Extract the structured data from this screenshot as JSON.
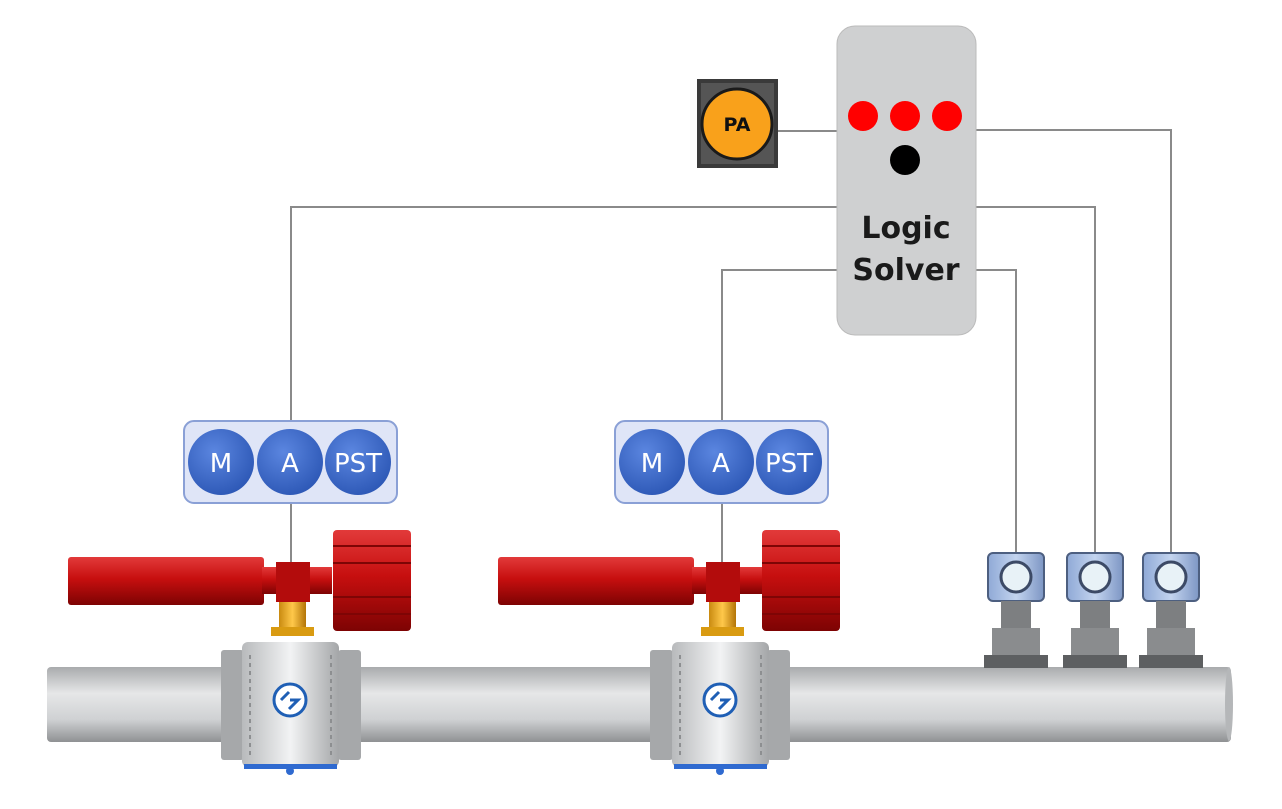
{
  "logic_solver": {
    "label_line1": "Logic",
    "label_line2": "Solver",
    "indicator_colors": [
      "#ff0000",
      "#ff0000",
      "#ff0000"
    ],
    "status_dot_color": "#000000"
  },
  "pa_button": {
    "label": "PA",
    "color": "#f9a11b"
  },
  "valve_groups": [
    {
      "bubbles": [
        "M",
        "A",
        "PST"
      ]
    },
    {
      "bubbles": [
        "M",
        "A",
        "PST"
      ]
    }
  ],
  "transmitters_count": 3,
  "colors": {
    "bubble": "#3b68c9",
    "actuator": "#cc0f0f",
    "pipe": "#c9cbcd",
    "logo": "#1f5fb5"
  }
}
